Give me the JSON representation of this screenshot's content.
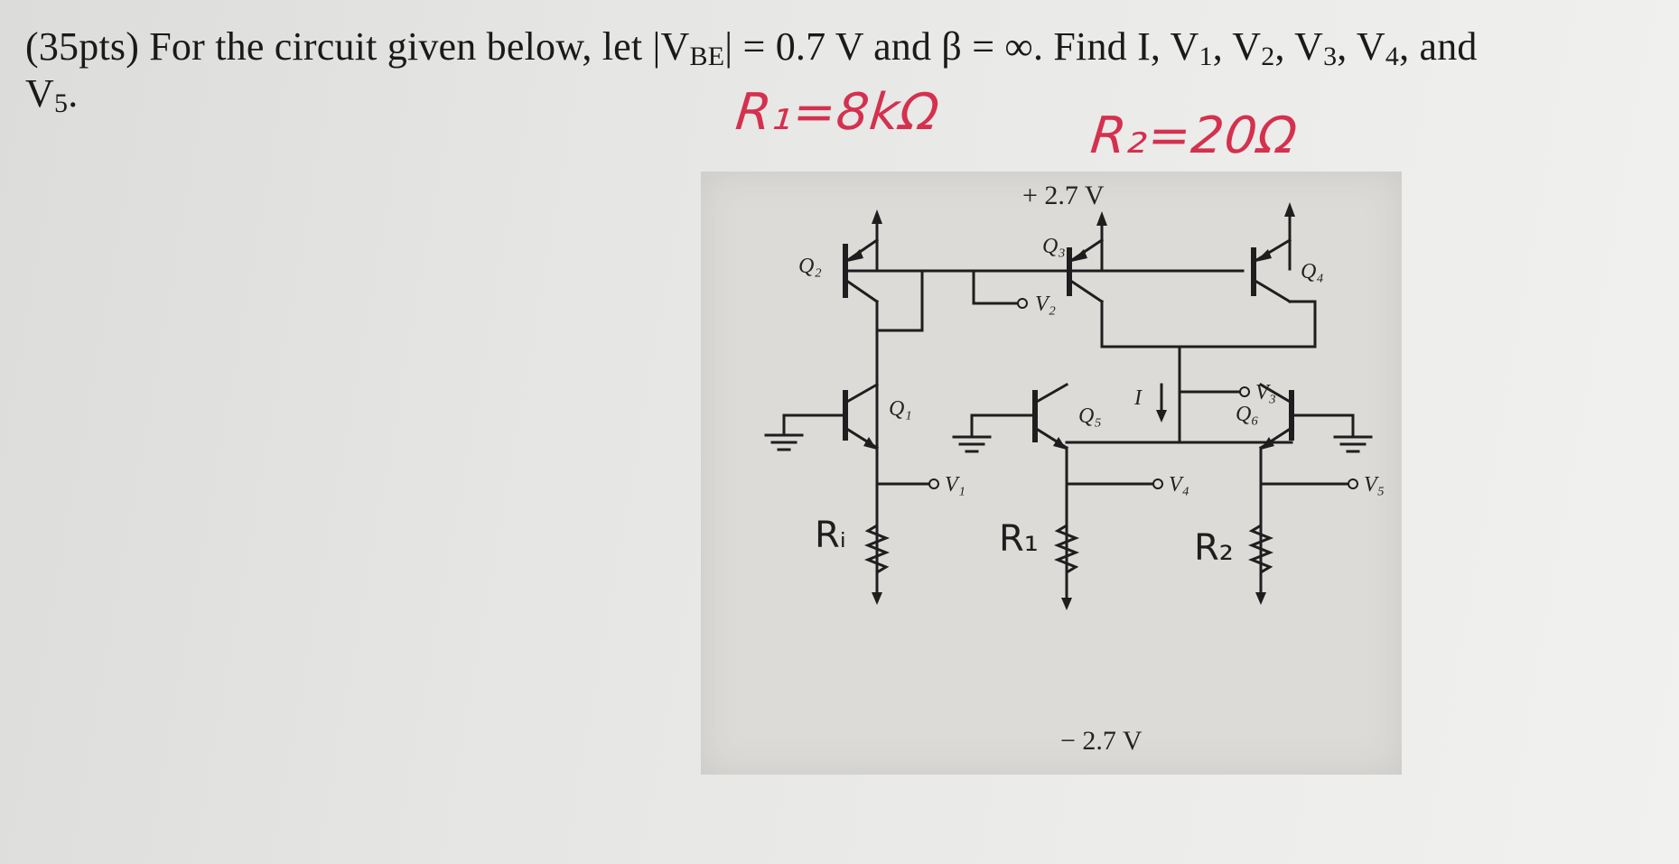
{
  "problem": {
    "points": "(35pts)",
    "intro": "For the circuit given below, let |V",
    "vbe_sub": "BE",
    "condition": "| = 0.7 V and β = ∞. Find I, V",
    "v1_sub": "1",
    "sep1": ", V",
    "v2_sub": "2",
    "sep2": ", V",
    "v3_sub": "3",
    "line2_start": ", V",
    "v4_sub": "4",
    "and_text": ", and V",
    "v5_sub": "5",
    "end": "."
  },
  "handwritten": {
    "r1": "R₁=8kΩ",
    "r2": "R₂=20Ω"
  },
  "circuit": {
    "vcc": "+ 2.7 V",
    "vee": "− 2.7 V",
    "q1": "Q₁",
    "q2": "Q₂",
    "q3": "Q₃",
    "q4": "Q₄",
    "q5": "Q₅",
    "q6": "Q₆",
    "v1": "V₁",
    "v2": "V₂",
    "v3": "V₃",
    "v4": "V₄",
    "v5": "V₅",
    "i": "I",
    "r_left": "Rᵢ",
    "r_mid": "R₁",
    "r_right": "R₂"
  },
  "colors": {
    "ink": "#1e1e1e",
    "handwriting": "#d4314f"
  }
}
